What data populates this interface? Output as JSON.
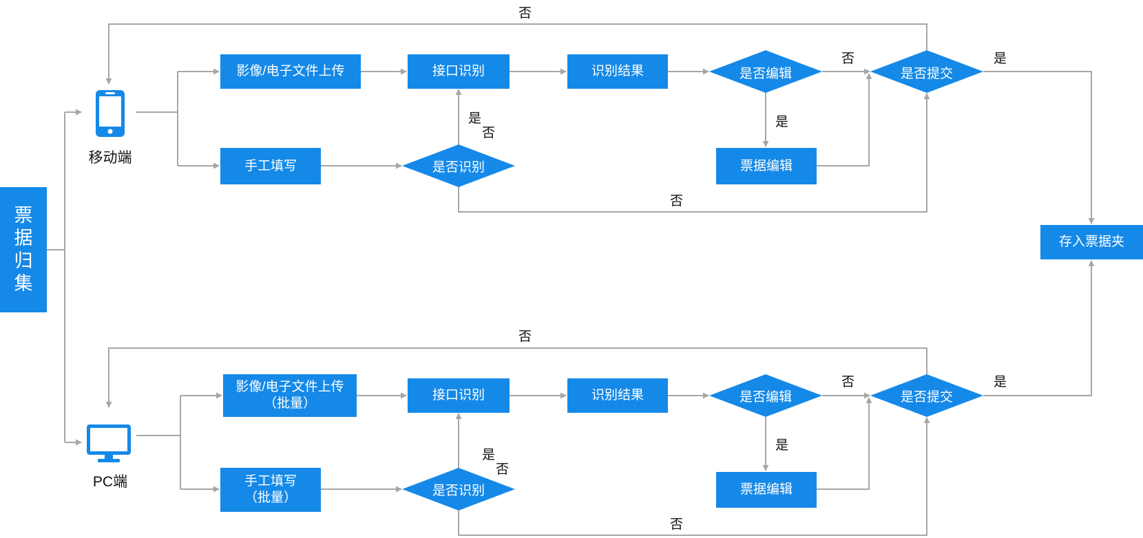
{
  "root": {
    "chars": [
      "票",
      "据",
      "归",
      "集"
    ]
  },
  "colors": {
    "primary": "#1589e8",
    "line": "#a6a6a6",
    "text": "#111111"
  },
  "target": {
    "label": "存入票据夹"
  },
  "mobile": {
    "device_label": "移动端",
    "device_icon": "smartphone-icon",
    "upload": [
      "影像/电子文件上传"
    ],
    "interface_recognize": "接口识别",
    "recognize_result": "识别结果",
    "whether_edit": "是否编辑",
    "whether_submit": "是否提交",
    "manual_fill": [
      "手工填写"
    ],
    "whether_recognize": "是否识别",
    "bill_edit": "票据编辑"
  },
  "pc": {
    "device_label": "PC端",
    "device_icon": "monitor-icon",
    "upload": [
      "影像/电子文件上传",
      "（批量）"
    ],
    "interface_recognize": "接口识别",
    "recognize_result": "识别结果",
    "whether_edit": "是否编辑",
    "whether_submit": "是否提交",
    "manual_fill": [
      "手工填写",
      "（批量）"
    ],
    "whether_recognize": "是否识别",
    "bill_edit": "票据编辑"
  },
  "edge_labels": {
    "yes": "是",
    "no": "否"
  }
}
